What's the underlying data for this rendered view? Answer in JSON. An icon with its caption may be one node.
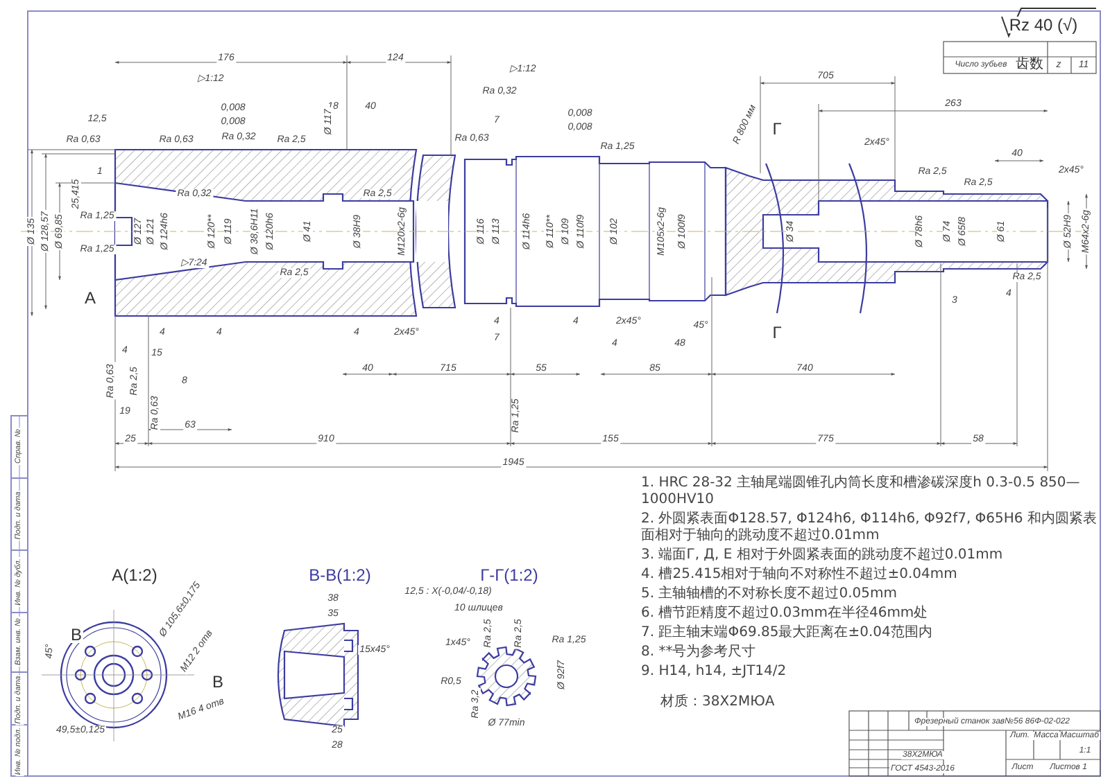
{
  "diagram": {
    "labels": [
      "176",
      "124",
      "▷1:12",
      "0,008",
      "0,008",
      "▷1:12",
      "Ra 0,32",
      "0,008",
      "0,008",
      "12,5",
      "18",
      "40",
      "7",
      "Ra 0,63",
      "Ra 0,63",
      "Ra 0,32",
      "Ra 2,5",
      "Ø 117",
      "Ra 0,63",
      "Ra 1,25",
      "1",
      "Ø 135",
      "Ø 128,57",
      "Ø 69,85",
      "25,415",
      "Ra 1,25",
      "Ra 1,25",
      "Ø 127",
      "Ø 121",
      "Ø 124h6",
      "Ra 0,32",
      "Ø 120**",
      "Ø 119",
      "▷7:24",
      "Ø 38,6H11",
      "Ø 120h6",
      "Ra 2,5",
      "Ø 41",
      "Ø 38H9",
      "Ra 2,5",
      "M120x2-6g",
      "Ø 116",
      "Ø 113",
      "Ø 114h6",
      "Ø 110**",
      "Ø 109",
      "Ø 110f9",
      "Ø 102",
      "M105x2-6g",
      "Ø 100f9",
      "Ø 34",
      "Ø 78h6",
      "Ø 74",
      "Ø 65f8",
      "Ø 61",
      "Ø 52H9",
      "M64x2-6g",
      "A",
      "Rz 40 (√)",
      "Число зубьев",
      "齿数",
      "z",
      "11",
      "705",
      "263",
      "R 800 мм",
      "Г",
      "2x45°",
      "40",
      "Ra 2,5",
      "2x45°",
      "Ra 2,5",
      "Ra 2,5",
      "4",
      "4",
      "4",
      "2x45°",
      "4",
      "7",
      "4",
      "2x45°",
      "45°",
      "Г",
      "3",
      "4",
      "4",
      "15",
      "4",
      "48",
      "40",
      "715",
      "55",
      "85",
      "740",
      "Ra 0,63",
      "Ra 2,5",
      "8",
      "19",
      "Ra 0,63",
      "Ra 1,25",
      "63",
      "25",
      "910",
      "155",
      "775",
      "58",
      "1945",
      "A(1:2)",
      "45°",
      "B",
      "Ø 105,6±0,175",
      "M12 2 отв",
      "B",
      "M16 4 отв",
      "49,5±0,125",
      "B-B(1:2)",
      "38",
      "35",
      "15x45°",
      "25",
      "28",
      "Г-Г(1:2)",
      "12,5 : Х(-0,04/-0,18)",
      "10 шлицев",
      "1x45°",
      "Ra 2,5",
      "Ra 2,5",
      "Ra 1,25",
      "R0,5",
      "Ø 92f7",
      "Ra 3,2",
      "Ø 77min",
      "1. HRC 28-32 主轴尾端圆锥孔内筒长度和槽渗碳深度h 0.3-0.5 850—1000HV10",
      "2. 外圆紧表面Φ128.57, Φ124h6, Φ114h6, Φ92f7, Φ65H6 和内圆紧表面相对于轴向的跳动度不超过0.01mm",
      "3. 端面Г, Д, Е 相对于外圆紧表面的跳动度不超过0.01mm",
      "4. 槽25.415相对于轴向不对称性不超过±0.04mm",
      "5. 主轴轴槽的不对称长度不超过0.05mm",
      "6. 槽节距精度不超过0.03mm在半径46mm处",
      "7. 距主轴末端Φ69.85最大距离在±0.04范围内",
      "8. **号为参考尺寸",
      "9. H14, h14, ±JT14/2",
      "材质：38X2MЮA",
      "Фрезерный станок зав№56 86Ф-02-022",
      "Лит.",
      "Масса",
      "Масштаб",
      "1:1",
      "Лист",
      "Листов 1",
      "38Х2МЮА",
      "ГОСТ 4543-2016",
      "Справ. №",
      "Подп. и дата",
      "Инв. № дубл.",
      "Взам. инв. №",
      "Подп. и дата",
      "Инв. № подл."
    ]
  }
}
